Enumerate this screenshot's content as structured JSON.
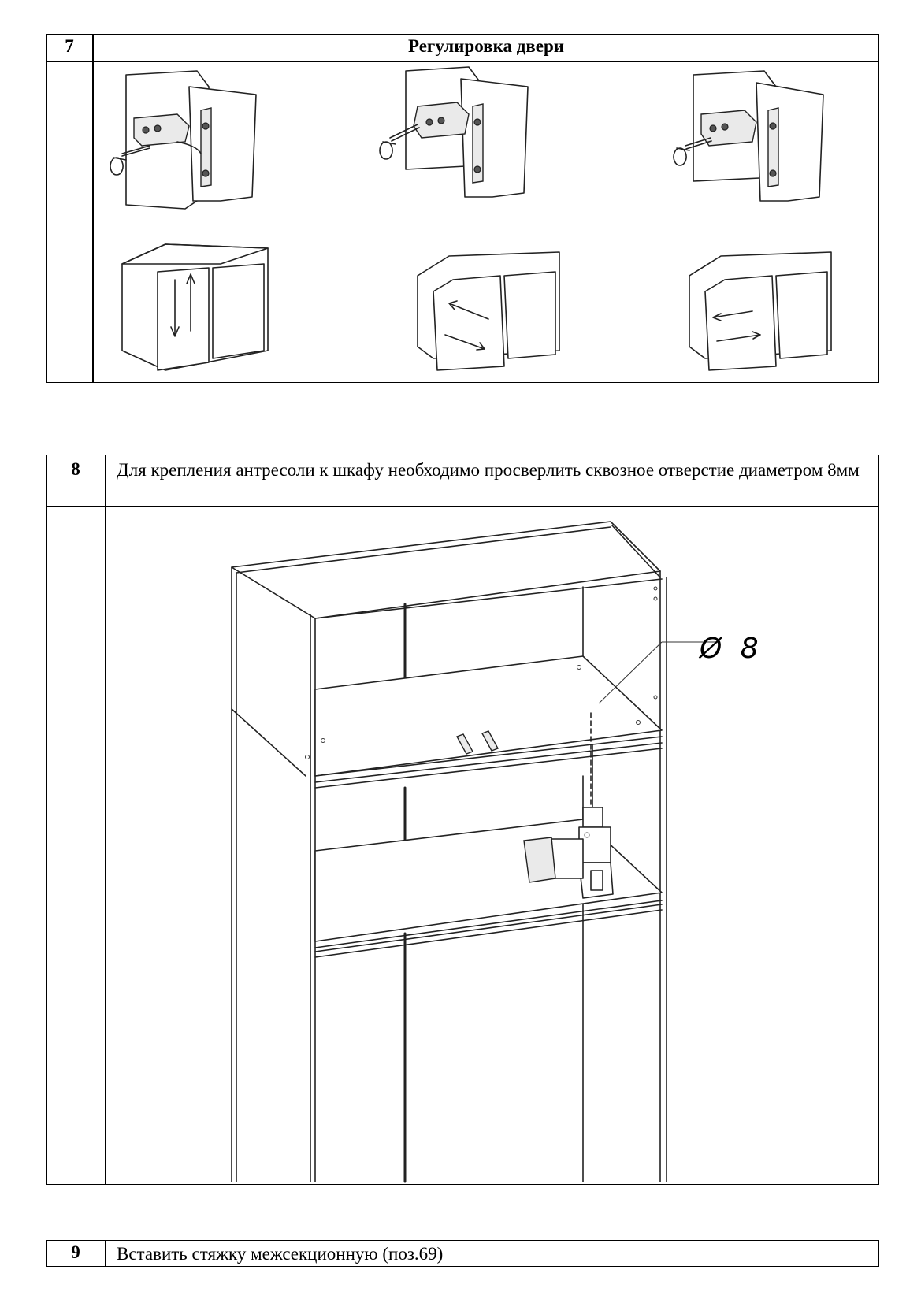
{
  "step7": {
    "number": "7",
    "title": "Регулировка двери"
  },
  "step8": {
    "number": "8",
    "instruction": "Для крепления антресоли к шкафу необходимо просверлить сквозное отверстие диаметром 8мм",
    "diameter_label": "Ø 8"
  },
  "step9": {
    "number": "9",
    "instruction": "Вставить стяжку межсекционную (поз.69)"
  },
  "icons": [
    "hinge-adjust-illustration",
    "door-adjust-illustration",
    "cabinet-drilling-illustration",
    "drill-icon",
    "rotation-arrow-icon"
  ]
}
